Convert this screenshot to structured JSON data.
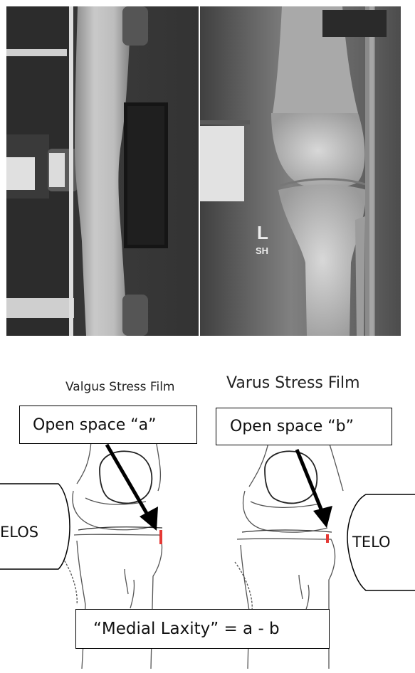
{
  "photo": {
    "marker_letter": "L",
    "marker_initials": "SH"
  },
  "diagram": {
    "valgus_heading": "Valgus Stress Film",
    "varus_heading": "Varus Stress Film",
    "open_space_a": "Open space “a”",
    "open_space_b": "Open space “b”",
    "telos_left": "ELOS",
    "telos_right": "TELO",
    "formula": "“Medial Laxity” = a - b"
  },
  "colors": {
    "gap_marker": "#e53935",
    "arrow": "#000000"
  }
}
